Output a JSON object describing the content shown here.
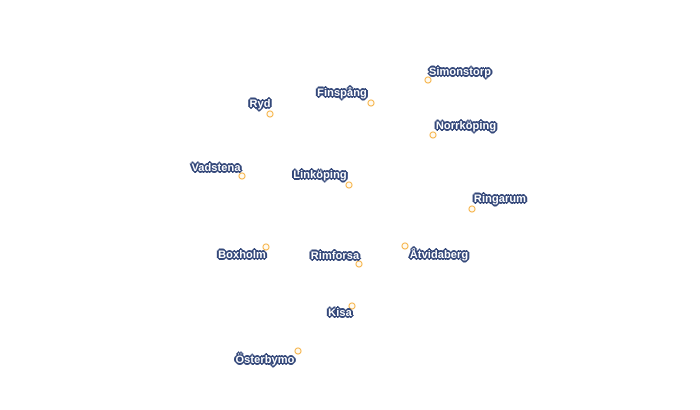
{
  "places": [
    {
      "id": "simonstorp",
      "name": "Simonstorp"
    },
    {
      "id": "finspang",
      "name": "Finspång"
    },
    {
      "id": "ryd",
      "name": "Ryd"
    },
    {
      "id": "norrkoping",
      "name": "Norrköping"
    },
    {
      "id": "vadstena",
      "name": "Vadstena"
    },
    {
      "id": "linkoping",
      "name": "Linköping"
    },
    {
      "id": "ringarum",
      "name": "Ringarum"
    },
    {
      "id": "boxholm",
      "name": "Boxholm"
    },
    {
      "id": "rimforsa",
      "name": "Rimforsa"
    },
    {
      "id": "atvidaberg",
      "name": "Åtvidaberg"
    },
    {
      "id": "kisa",
      "name": "Kisa"
    },
    {
      "id": "osterbymo",
      "name": "Österbymo"
    }
  ],
  "colors": {
    "marker": "#f5b041",
    "label_outline": "#34487a",
    "label_text": "#ffffff"
  }
}
